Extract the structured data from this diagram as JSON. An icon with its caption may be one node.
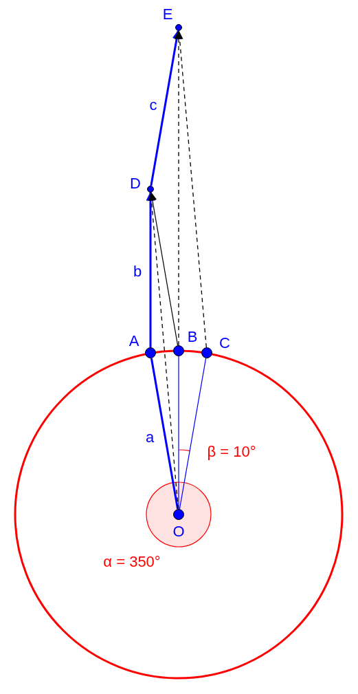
{
  "diagram": {
    "nodes": [
      {
        "text": [
          "O"
        ]
      },
      {
        "text": [
          "A"
        ]
      },
      {
        "text": [
          "B"
        ]
      },
      {
        "text": [
          "C"
        ]
      },
      {
        "text": [
          "D"
        ]
      },
      {
        "text": [
          "E"
        ]
      }
    ],
    "edges": [
      {
        "from": 0,
        "to": 1,
        "arrow": "none",
        "label": "a",
        "style": "thick"
      },
      {
        "from": 1,
        "to": 4,
        "arrow": "to",
        "label": "b",
        "style": "thick"
      },
      {
        "from": 4,
        "to": 5,
        "arrow": "to",
        "label": "c",
        "style": "thick"
      },
      {
        "from": 0,
        "to": 2,
        "arrow": "none"
      },
      {
        "from": 0,
        "to": 3,
        "arrow": "none"
      },
      {
        "from": 2,
        "to": 4,
        "arrow": "to",
        "color": "#000000"
      },
      {
        "from": 0,
        "to": 4,
        "arrow": "none",
        "style": "dashed",
        "color": "#000000"
      },
      {
        "from": 2,
        "to": 5,
        "arrow": "to",
        "style": "dashed",
        "color": "#000000"
      },
      {
        "from": 3,
        "to": 5,
        "arrow": "none",
        "style": "dashed",
        "color": "#000000"
      }
    ],
    "labels": [
      "β = 10°",
      "α = 350°"
    ]
  }
}
